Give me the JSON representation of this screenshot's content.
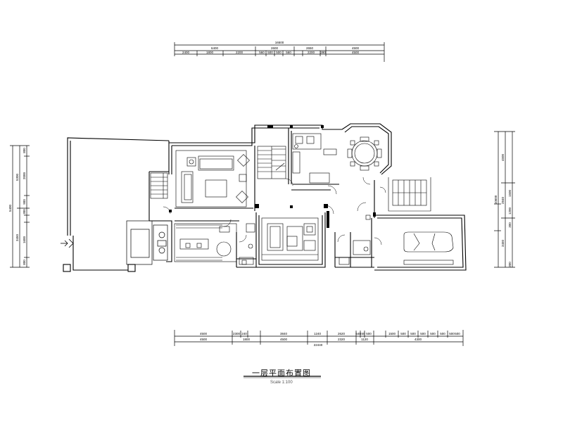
{
  "title": "一层平面布置图",
  "scale": "Scale 1:100",
  "dims": {
    "top_total": "16500",
    "top_row1": [
      "6400",
      "2600",
      "2650",
      "4500"
    ],
    "top_row2": [
      "2400",
      "1800",
      "2200",
      "560",
      "500",
      "500",
      "560",
      "2200",
      "280",
      "4500"
    ],
    "bottom_row1": [
      "4500",
      "2300",
      "240",
      "3840",
      "1240",
      "2620",
      "640",
      "240",
      "500",
      "1500",
      "500",
      "500",
      "500",
      "500",
      "500",
      "500",
      "500"
    ],
    "bottom_row2": [
      "4500",
      "1800",
      "4500",
      "2320",
      "1120",
      "4300"
    ],
    "bottom_total": "22440",
    "left_outer": "5400",
    "left_mid": [
      "5300",
      "3450"
    ],
    "left_inner": [
      "800",
      "2000",
      "900",
      "300",
      "1600",
      "800"
    ],
    "right_outer": "10600",
    "right_mid": [
      "4500",
      "2840",
      "3450"
    ],
    "right_inner": [
      "1500",
      "1200",
      "300",
      "300"
    ]
  }
}
